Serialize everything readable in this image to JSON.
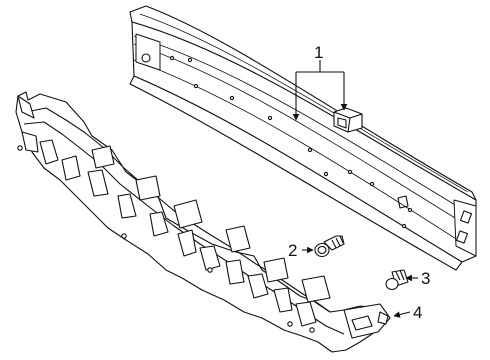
{
  "diagram": {
    "callouts": [
      {
        "label": "1",
        "part": "reinforcement-beam-and-bracket"
      },
      {
        "label": "2",
        "part": "bolt"
      },
      {
        "label": "3",
        "part": "push-clip"
      },
      {
        "label": "4",
        "part": "energy-absorber"
      }
    ]
  }
}
